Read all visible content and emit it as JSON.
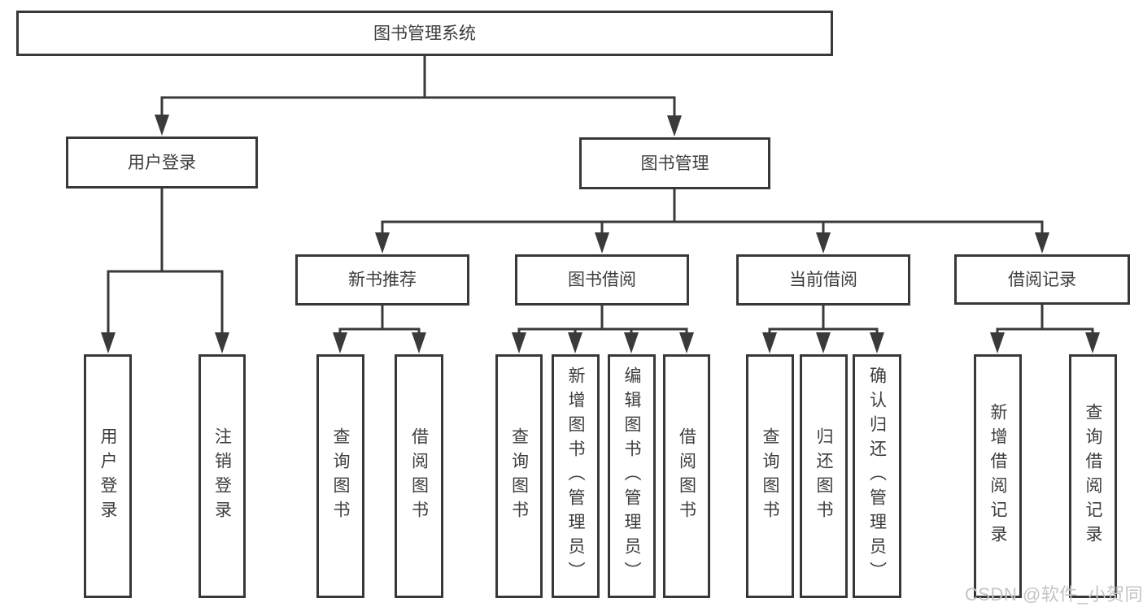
{
  "colors": {
    "line": "#3A3A3A",
    "node_border": "#383838",
    "node_text": "#3D3D3D",
    "watermark_text": "#C4C4C4",
    "background": "#FFFFFF"
  },
  "tree": {
    "root": {
      "label": "图书管理系统",
      "children": [
        {
          "label": "用户登录",
          "children": [
            {
              "label": "用户登录"
            },
            {
              "label": "注销登录"
            }
          ]
        },
        {
          "label": "图书管理",
          "children": [
            {
              "label": "新书推荐",
              "children": [
                {
                  "label": "查询图书"
                },
                {
                  "label": "借阅图书"
                }
              ]
            },
            {
              "label": "图书借阅",
              "children": [
                {
                  "label": "查询图书"
                },
                {
                  "label": "新增图书（管理员）"
                },
                {
                  "label": "编辑图书（管理员）"
                },
                {
                  "label": "借阅图书"
                }
              ]
            },
            {
              "label": "当前借阅",
              "children": [
                {
                  "label": "查询图书"
                },
                {
                  "label": "归还图书"
                },
                {
                  "label": "确认归还（管理员）"
                }
              ]
            },
            {
              "label": "借阅记录",
              "children": [
                {
                  "label": "新增借阅记录"
                },
                {
                  "label": "查询借阅记录"
                }
              ]
            }
          ]
        }
      ]
    }
  },
  "watermark": {
    "text": "CSDN @软件_小贺同学"
  }
}
